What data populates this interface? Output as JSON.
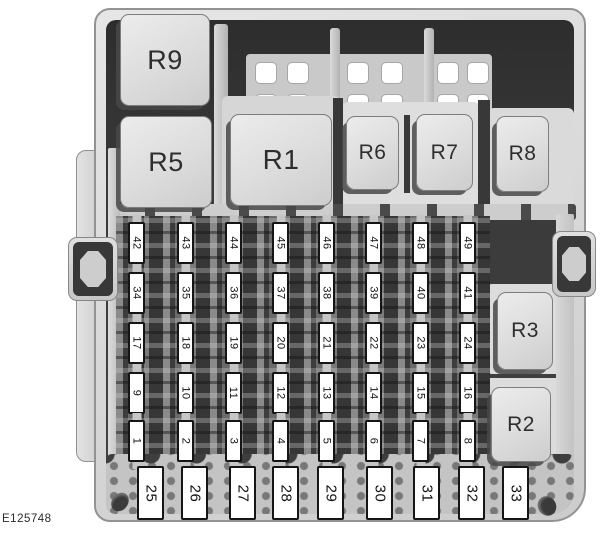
{
  "figure": {
    "code": "E125748"
  },
  "colors": {
    "shell": "#d9d9d9",
    "interior": "#3c3c3c",
    "relay_face": "#dedede",
    "fuse_face": "#ffffff",
    "fuse_border": "#151515",
    "label_text": "#2b2b2b"
  },
  "relays": [
    {
      "id": "R9",
      "label": "R9"
    },
    {
      "id": "R5",
      "label": "R5"
    },
    {
      "id": "R1",
      "label": "R1"
    },
    {
      "id": "R6",
      "label": "R6"
    },
    {
      "id": "R7",
      "label": "R7"
    },
    {
      "id": "R8",
      "label": "R8"
    },
    {
      "id": "R3",
      "label": "R3"
    },
    {
      "id": "R2",
      "label": "R2"
    }
  ],
  "fuse_grid": {
    "rows": [
      [
        "42",
        "43",
        "44",
        "45",
        "46",
        "47",
        "48",
        "49"
      ],
      [
        "34",
        "35",
        "36",
        "37",
        "38",
        "39",
        "40",
        "41"
      ],
      [
        "17",
        "18",
        "19",
        "20",
        "21",
        "22",
        "23",
        "24"
      ],
      [
        "9",
        "10",
        "11",
        "12",
        "13",
        "14",
        "15",
        "16"
      ],
      [
        "1",
        "2",
        "3",
        "4",
        "5",
        "6",
        "7",
        "8"
      ]
    ]
  },
  "bottom_fuses": [
    "25",
    "26",
    "27",
    "28",
    "29",
    "30",
    "31",
    "32",
    "33"
  ],
  "empty_slots": {
    "rows": 2,
    "columns": 6
  }
}
